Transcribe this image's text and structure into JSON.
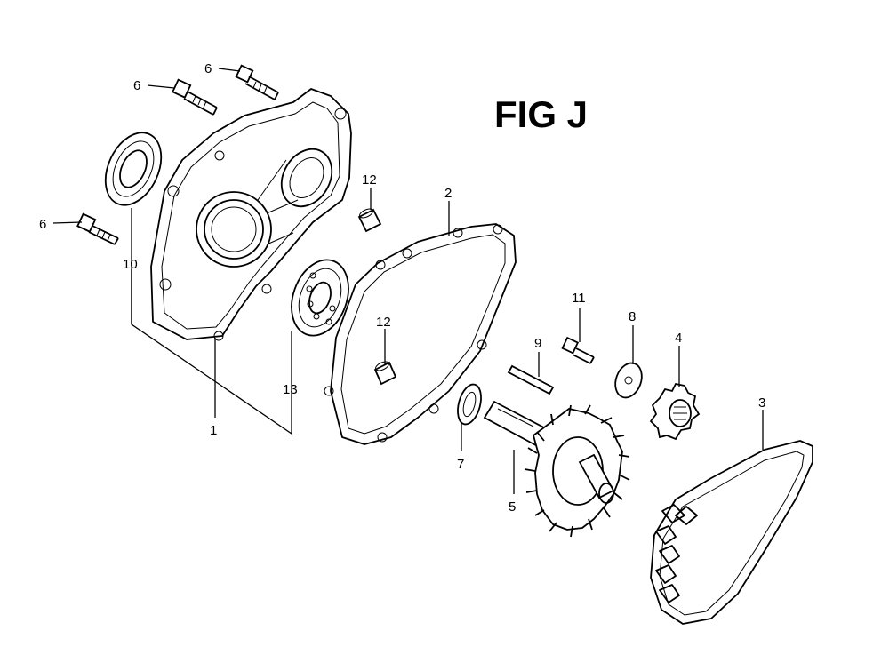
{
  "figure": {
    "title": "FIG J"
  },
  "callouts": [
    {
      "id": "c6a",
      "label": "6"
    },
    {
      "id": "c6b",
      "label": "6"
    },
    {
      "id": "c6c",
      "label": "6"
    },
    {
      "id": "c10",
      "label": "10"
    },
    {
      "id": "c12a",
      "label": "12"
    },
    {
      "id": "c12b",
      "label": "12"
    },
    {
      "id": "c13",
      "label": "13"
    },
    {
      "id": "c1",
      "label": "1"
    },
    {
      "id": "c2",
      "label": "2"
    },
    {
      "id": "c11",
      "label": "11"
    },
    {
      "id": "c9",
      "label": "9"
    },
    {
      "id": "c8",
      "label": "8"
    },
    {
      "id": "c4",
      "label": "4"
    },
    {
      "id": "c3",
      "label": "3"
    },
    {
      "id": "c7",
      "label": "7"
    },
    {
      "id": "c5",
      "label": "5"
    }
  ]
}
